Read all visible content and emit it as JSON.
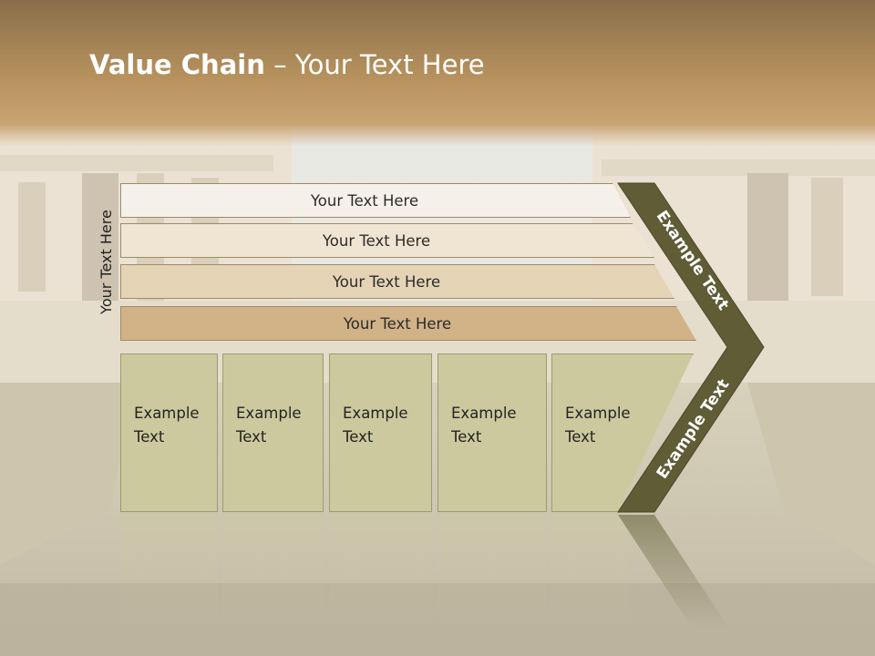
{
  "slide": {
    "title_bold": "Value Chain",
    "title_rest": " – Your Text Here"
  },
  "rows": [
    {
      "label": "Your Text Here",
      "fill": "#f5f1ea"
    },
    {
      "label": "Your Text Here",
      "fill": "#f0e5d2"
    },
    {
      "label": "Your Text Here",
      "fill": "#e5d3b6"
    },
    {
      "label": "Your Text Here",
      "fill": "#d2b287"
    }
  ],
  "side_label": "Your Text Here",
  "boxes": [
    {
      "line1": "Example",
      "line2": "Text"
    },
    {
      "line1": "Example",
      "line2": "Text"
    },
    {
      "line1": "Example",
      "line2": "Text"
    },
    {
      "line1": "Example",
      "line2": "Text"
    },
    {
      "line1": "Example",
      "line2": "Text"
    }
  ],
  "chevron": {
    "upper_text": "Example Text",
    "lower_text": "Example Text",
    "fill": "#5f5c36"
  },
  "colors": {
    "header": "#b8935e",
    "box_fill": "#ccc99e"
  }
}
